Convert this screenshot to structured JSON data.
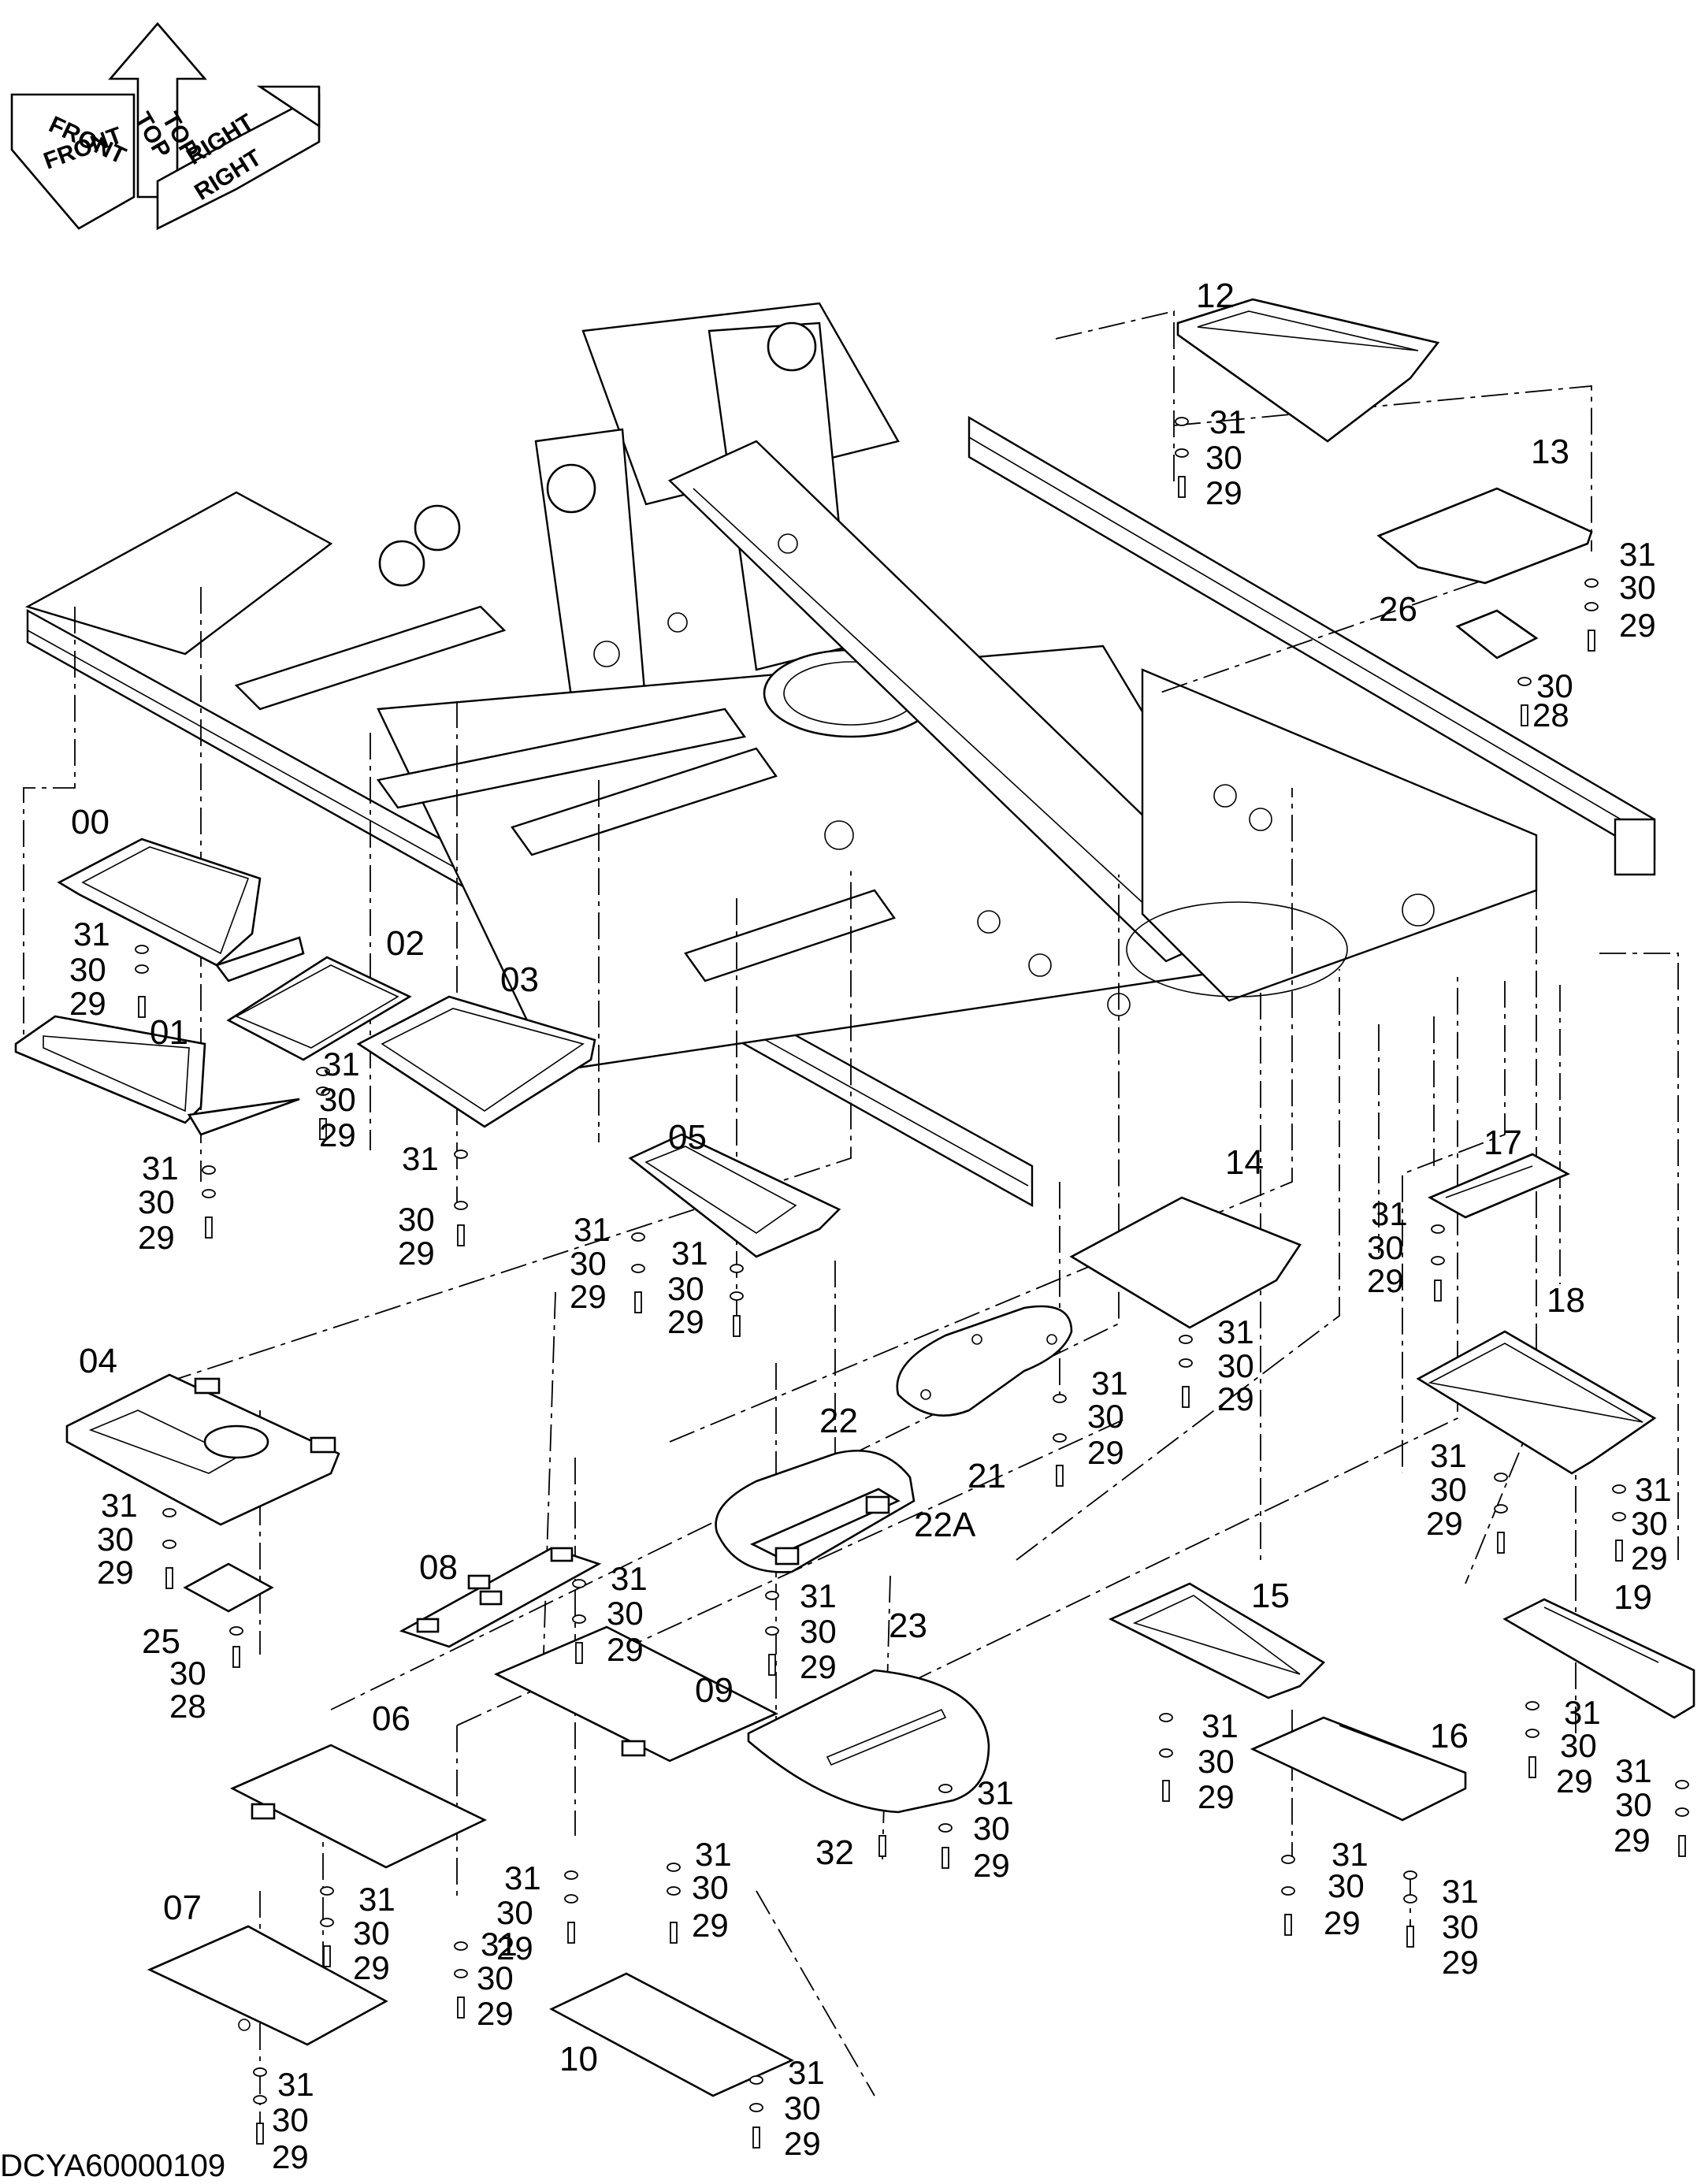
{
  "orientation": {
    "top": "TOP",
    "front": "FRONT",
    "right": "RIGHT"
  },
  "diagram_id": "DCYA60000109",
  "part_numbers": {
    "p00": "00",
    "p01": "01",
    "p02": "02",
    "p03": "03",
    "p04": "04",
    "p05": "05",
    "p06": "06",
    "p07": "07",
    "p08": "08",
    "p09": "09",
    "p10": "10",
    "p12": "12",
    "p13": "13",
    "p14": "14",
    "p15": "15",
    "p16": "16",
    "p17": "17",
    "p18": "18",
    "p19": "19",
    "p21": "21",
    "p22": "22",
    "p22a": "22A",
    "p23": "23",
    "p25": "25",
    "p26": "26",
    "p32": "32"
  },
  "hardware": {
    "bolt": "29",
    "washer": "30",
    "lock_washer": "31",
    "bolt_short": "28"
  }
}
